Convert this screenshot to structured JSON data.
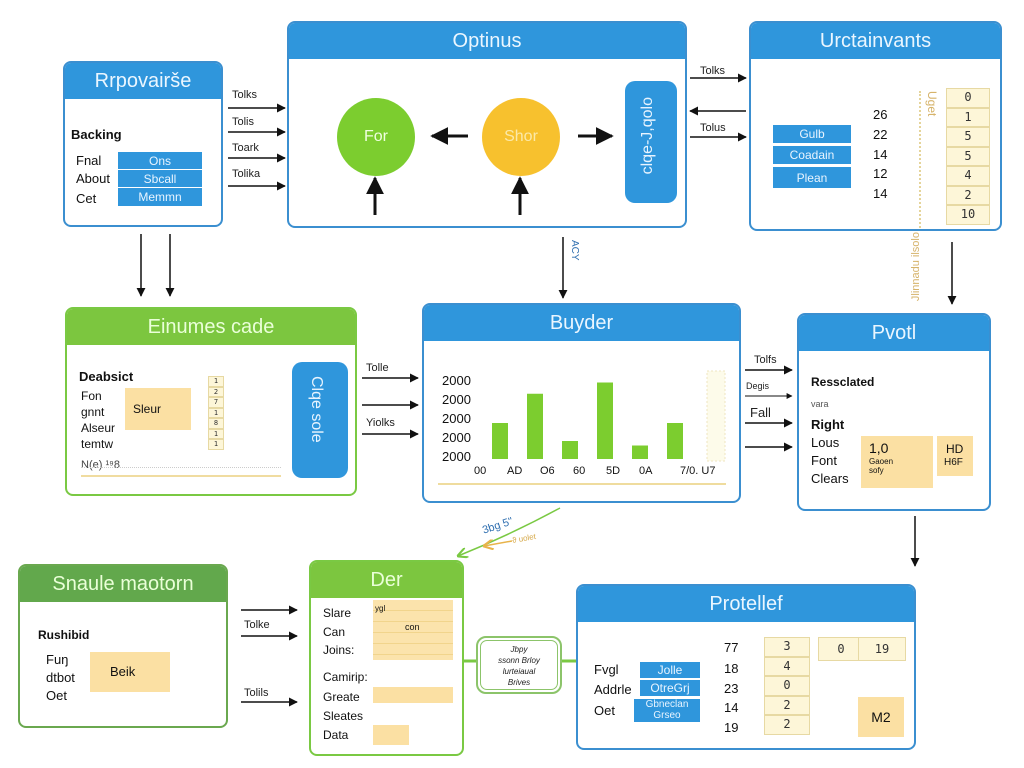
{
  "nodes": {
    "rrpovairse": {
      "title": "Rrpovairše",
      "section": "Backing",
      "rows": [
        {
          "label": "Fnal",
          "value": "Ons"
        },
        {
          "label": "About",
          "value": "Sbcall"
        },
        {
          "label": "Cet",
          "value": "Memmn"
        }
      ]
    },
    "optinus": {
      "title": "Optinus",
      "circle_green": "For",
      "circle_yellow": "Shor",
      "pill": "clqe-J,qolo"
    },
    "urctainvants": {
      "title": "Urctainvants",
      "list": [
        "Gulb",
        "Coadain",
        "Plean"
      ],
      "numbers": [
        "26",
        "22",
        "14",
        "12",
        "14"
      ],
      "ruler_label": "Uget",
      "table": [
        "0",
        "1",
        "5",
        "5",
        "4",
        "2",
        "10"
      ],
      "side_label": "Jlinnadu ilsolo"
    },
    "einumes_cade": {
      "title": "Einumes cade",
      "section": "Deabsict",
      "labels": [
        "Fon",
        "gnnt",
        "Alseur",
        "temtw"
      ],
      "yellow_box": "Sleur",
      "mini_table": [
        "1",
        "2",
        "7",
        "1",
        "8",
        "1",
        "1"
      ],
      "axis_label": "N(e) ¹⁹8",
      "pill": "Clqe sole"
    },
    "buyder": {
      "title": "Buyder",
      "in_arrow_label": "ACY"
    },
    "pvotl": {
      "title": "Pvotl",
      "section": "Ressclated",
      "small": "vara",
      "labels": [
        "Right",
        "Lous",
        "Font",
        "Clears"
      ],
      "box_main": "1,0",
      "box_sub": [
        "Gaoen",
        "sofy"
      ],
      "box_side": [
        "HD",
        "H6F"
      ]
    },
    "snaule_maotorn": {
      "title": "Snaule maotorn",
      "section": "Rushibid",
      "labels": [
        "Fuŋ",
        "dtbot",
        "Oet"
      ],
      "yellow_box": "Beik"
    },
    "der": {
      "title": "Der",
      "labels_top": [
        "Slare",
        "Can",
        "Joins:"
      ],
      "note_small": "ygl",
      "note_text": "con",
      "labels_bottom": [
        "Camirip:",
        "Greate",
        "Sleates",
        "Data"
      ]
    },
    "connector": {
      "lines": [
        "Jbpy",
        "ssonn Brloy",
        "lurteiaual",
        "Brives"
      ]
    },
    "protellef": {
      "title": "Protellef",
      "labels": [
        "Fvgl",
        "Addrle",
        "Oet"
      ],
      "list": [
        "Jolle",
        "OtreGrj",
        "Gbneclan Grseo"
      ],
      "numbers": [
        "77",
        "18",
        "23",
        "14",
        "19"
      ],
      "table": [
        "3",
        "4",
        "0",
        "2",
        "2"
      ],
      "cell_a": "0",
      "cell_b": "19",
      "badge": "M2"
    }
  },
  "edges": {
    "rrp_to_opt": [
      "Tolks",
      "Tolis",
      "Toark",
      "Tolika"
    ],
    "opt_to_urc_top": "Tolks",
    "opt_to_urc_bottom": "Tolus",
    "ein_to_buy": [
      "Tolle",
      "",
      "Yiolks"
    ],
    "buy_to_pvo": [
      "Tolfs",
      "Degis",
      "Fall",
      ""
    ],
    "sna_to_der": [
      "",
      "Tolke",
      "Tolils"
    ],
    "buy_to_der_green": "3bg 5\"",
    "buy_to_der_orange": "ϑ uolet"
  },
  "chart_data": {
    "type": "bar",
    "title": "Buyder",
    "categories": [
      "00",
      "AD",
      "O6",
      "60",
      "5D",
      "0A",
      "7/0. U7"
    ],
    "values": [
      1.6,
      2.9,
      0.8,
      3.4,
      0.6,
      1.6
    ],
    "ytick_labels": [
      "2000",
      "2000",
      "2000",
      "2000",
      "2000"
    ],
    "xlabel": "",
    "ylabel": "",
    "ylim": [
      0,
      4
    ],
    "grid": false,
    "color": "#7ccd2f"
  }
}
